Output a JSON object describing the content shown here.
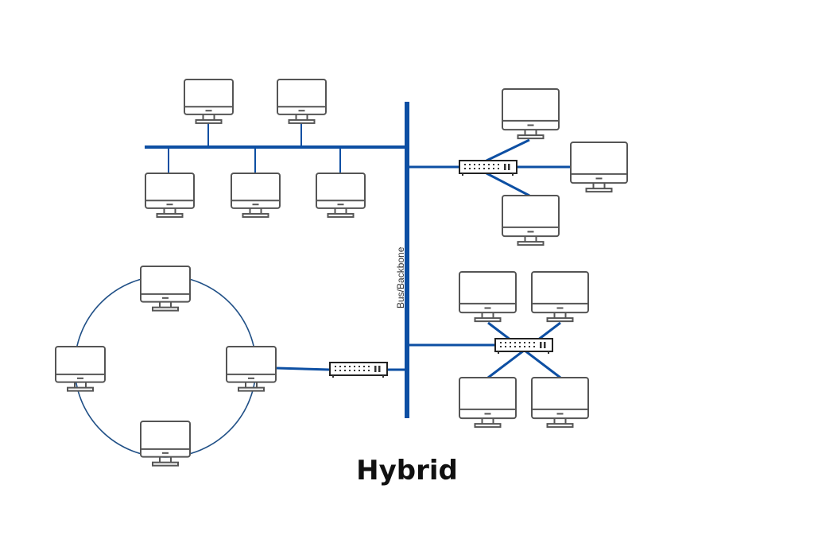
{
  "title": "Hybrid",
  "backbone_label": "Bus/Backbone",
  "colors": {
    "link": "#0d4fa3",
    "ring_link": "#1f4f86",
    "device_stroke": "#555555",
    "title": "#111111"
  },
  "segments": [
    {
      "topology": "bus",
      "devices": 5,
      "connected_to": "backbone"
    },
    {
      "topology": "star",
      "devices": 3,
      "hub": "switch",
      "connected_to": "backbone"
    },
    {
      "topology": "star",
      "devices": 4,
      "hub": "switch",
      "connected_to": "backbone"
    },
    {
      "topology": "ring",
      "devices": 4,
      "hub": "switch",
      "connected_to": "backbone"
    }
  ]
}
